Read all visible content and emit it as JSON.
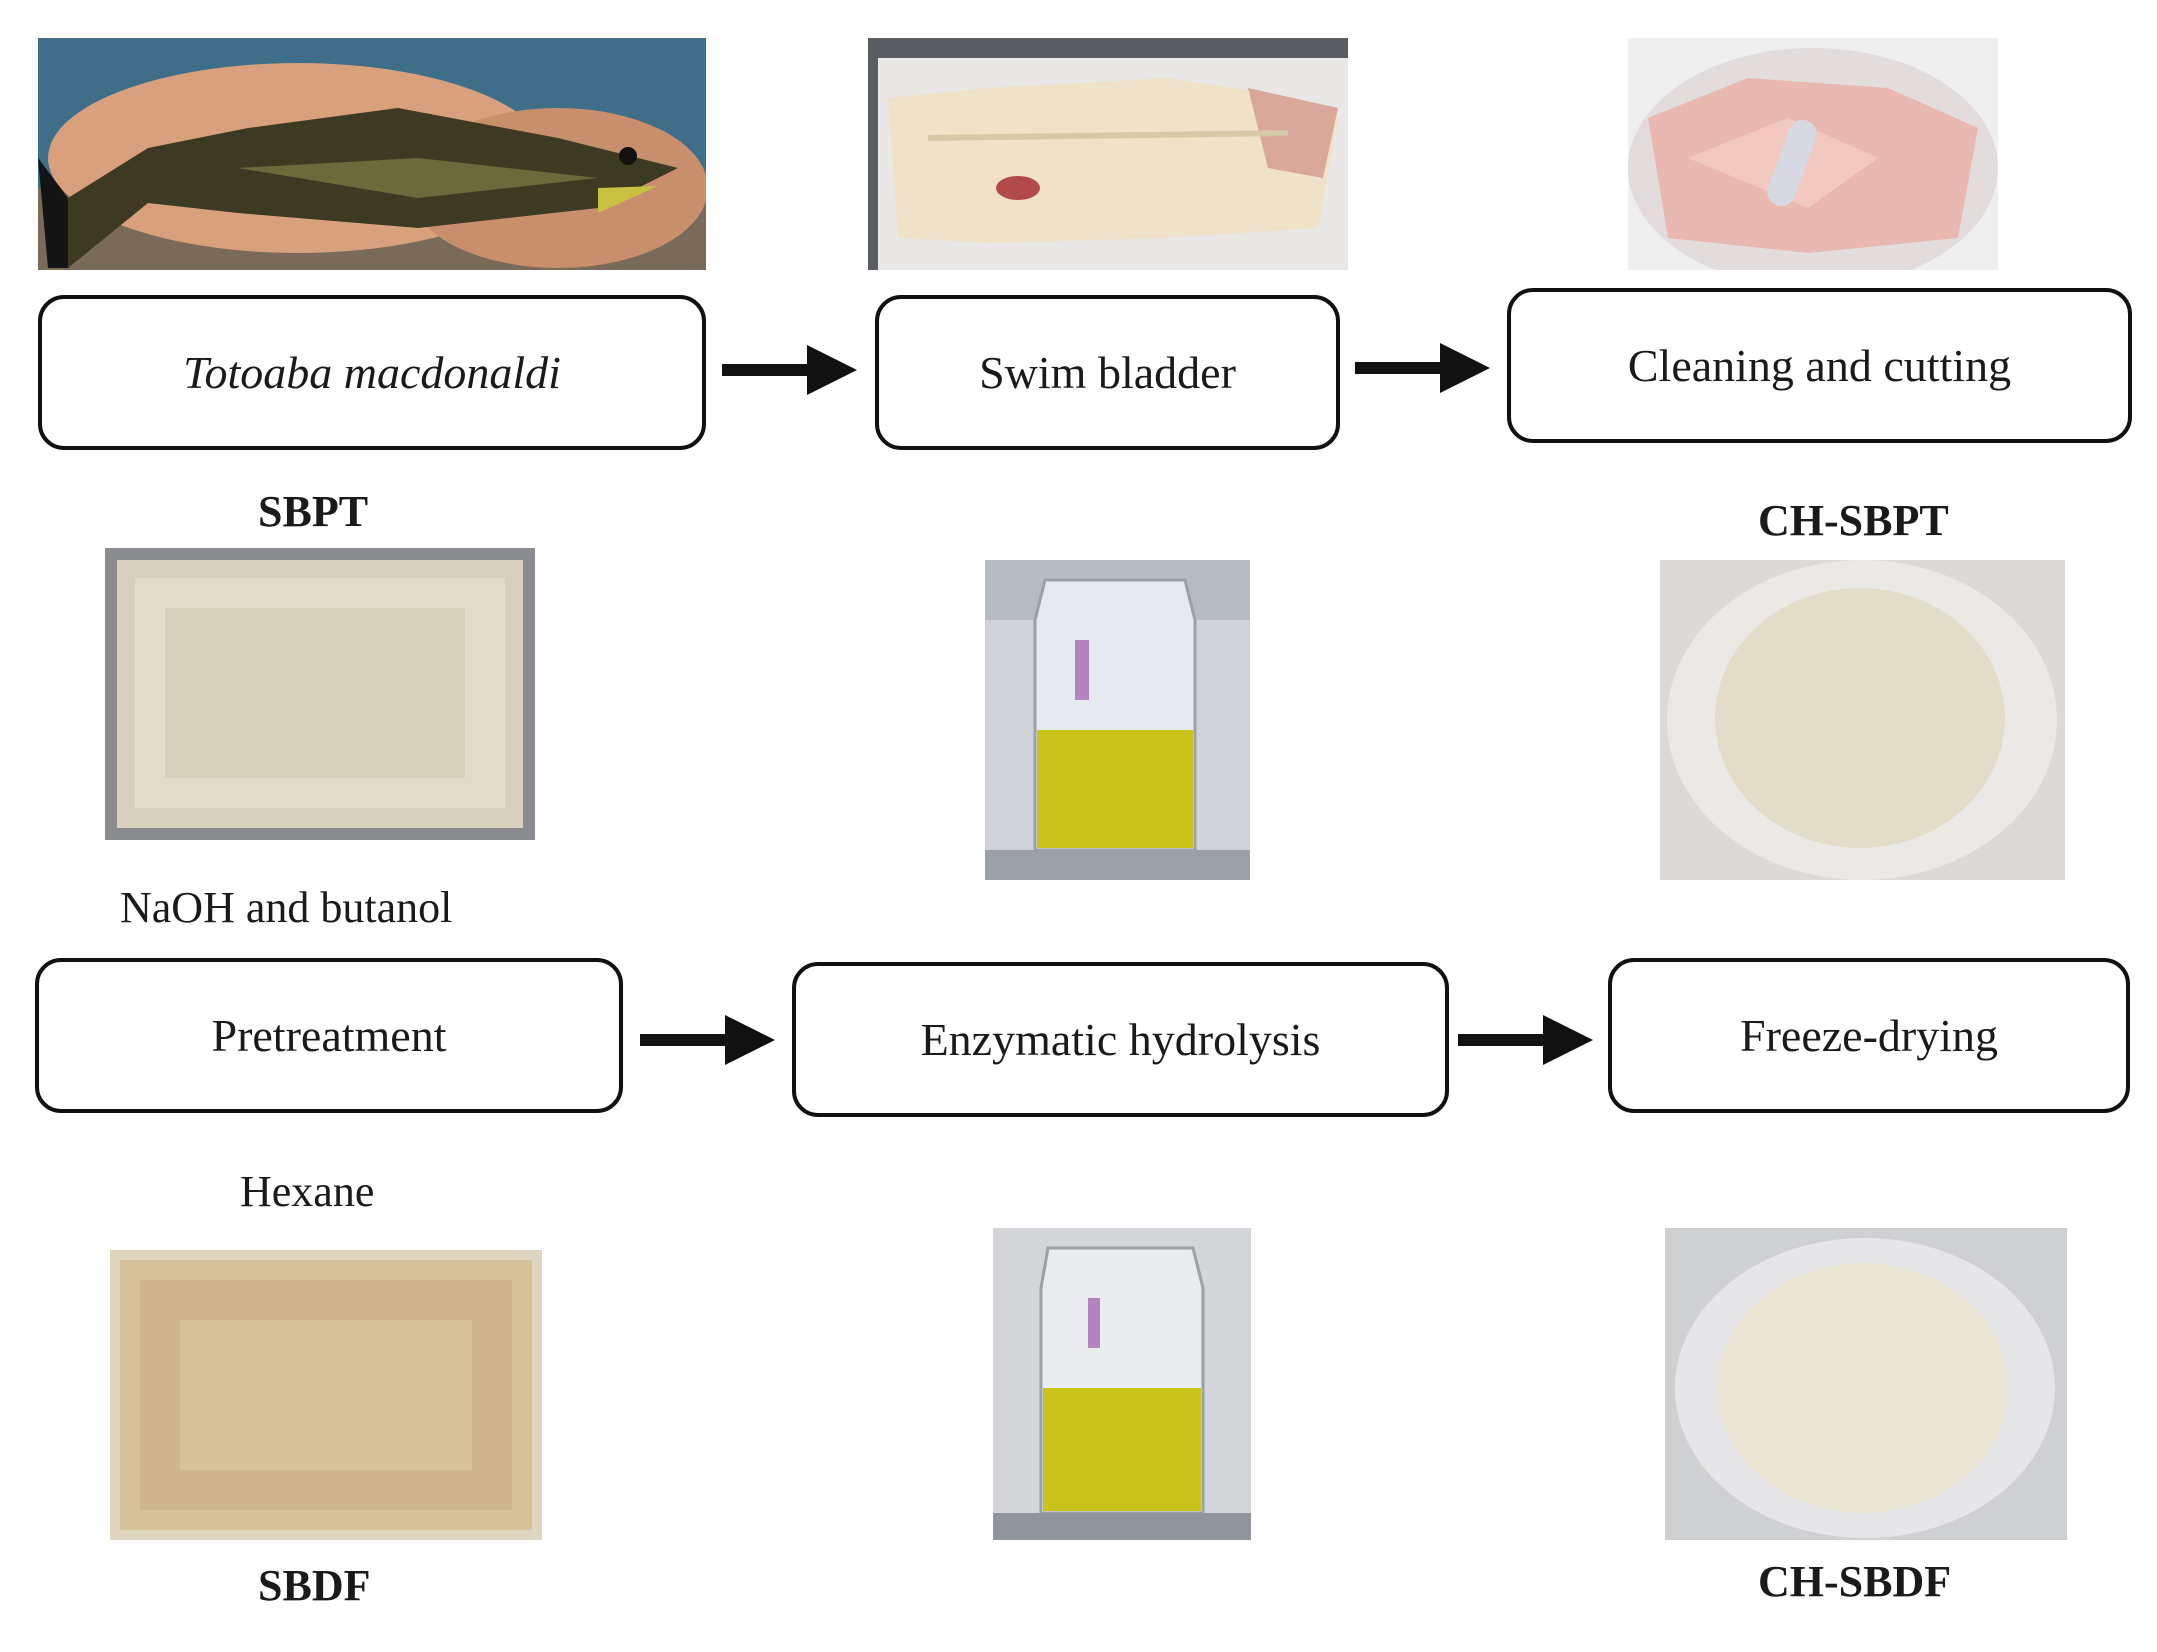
{
  "steps_top": {
    "species": "Totoaba macdonaldi",
    "swim_bladder": "Swim bladder",
    "cleaning": "Cleaning and cutting"
  },
  "steps_bottom": {
    "pretreatment": "Pretreatment",
    "hydrolysis": "Enzymatic hydrolysis",
    "freeze_drying": "Freeze-drying"
  },
  "labels": {
    "sbpt": "SBPT",
    "ch_sbpt": "CH-SBPT",
    "naoh": "NaOH and butanol",
    "hexane": "Hexane",
    "sbdf": "SBDF",
    "ch_sbdf": "CH-SBDF"
  },
  "colors": {
    "border": "#111111",
    "arrow": "#111111",
    "hydrolysate": "#c9c21a",
    "powder": "#e6e0cc"
  }
}
